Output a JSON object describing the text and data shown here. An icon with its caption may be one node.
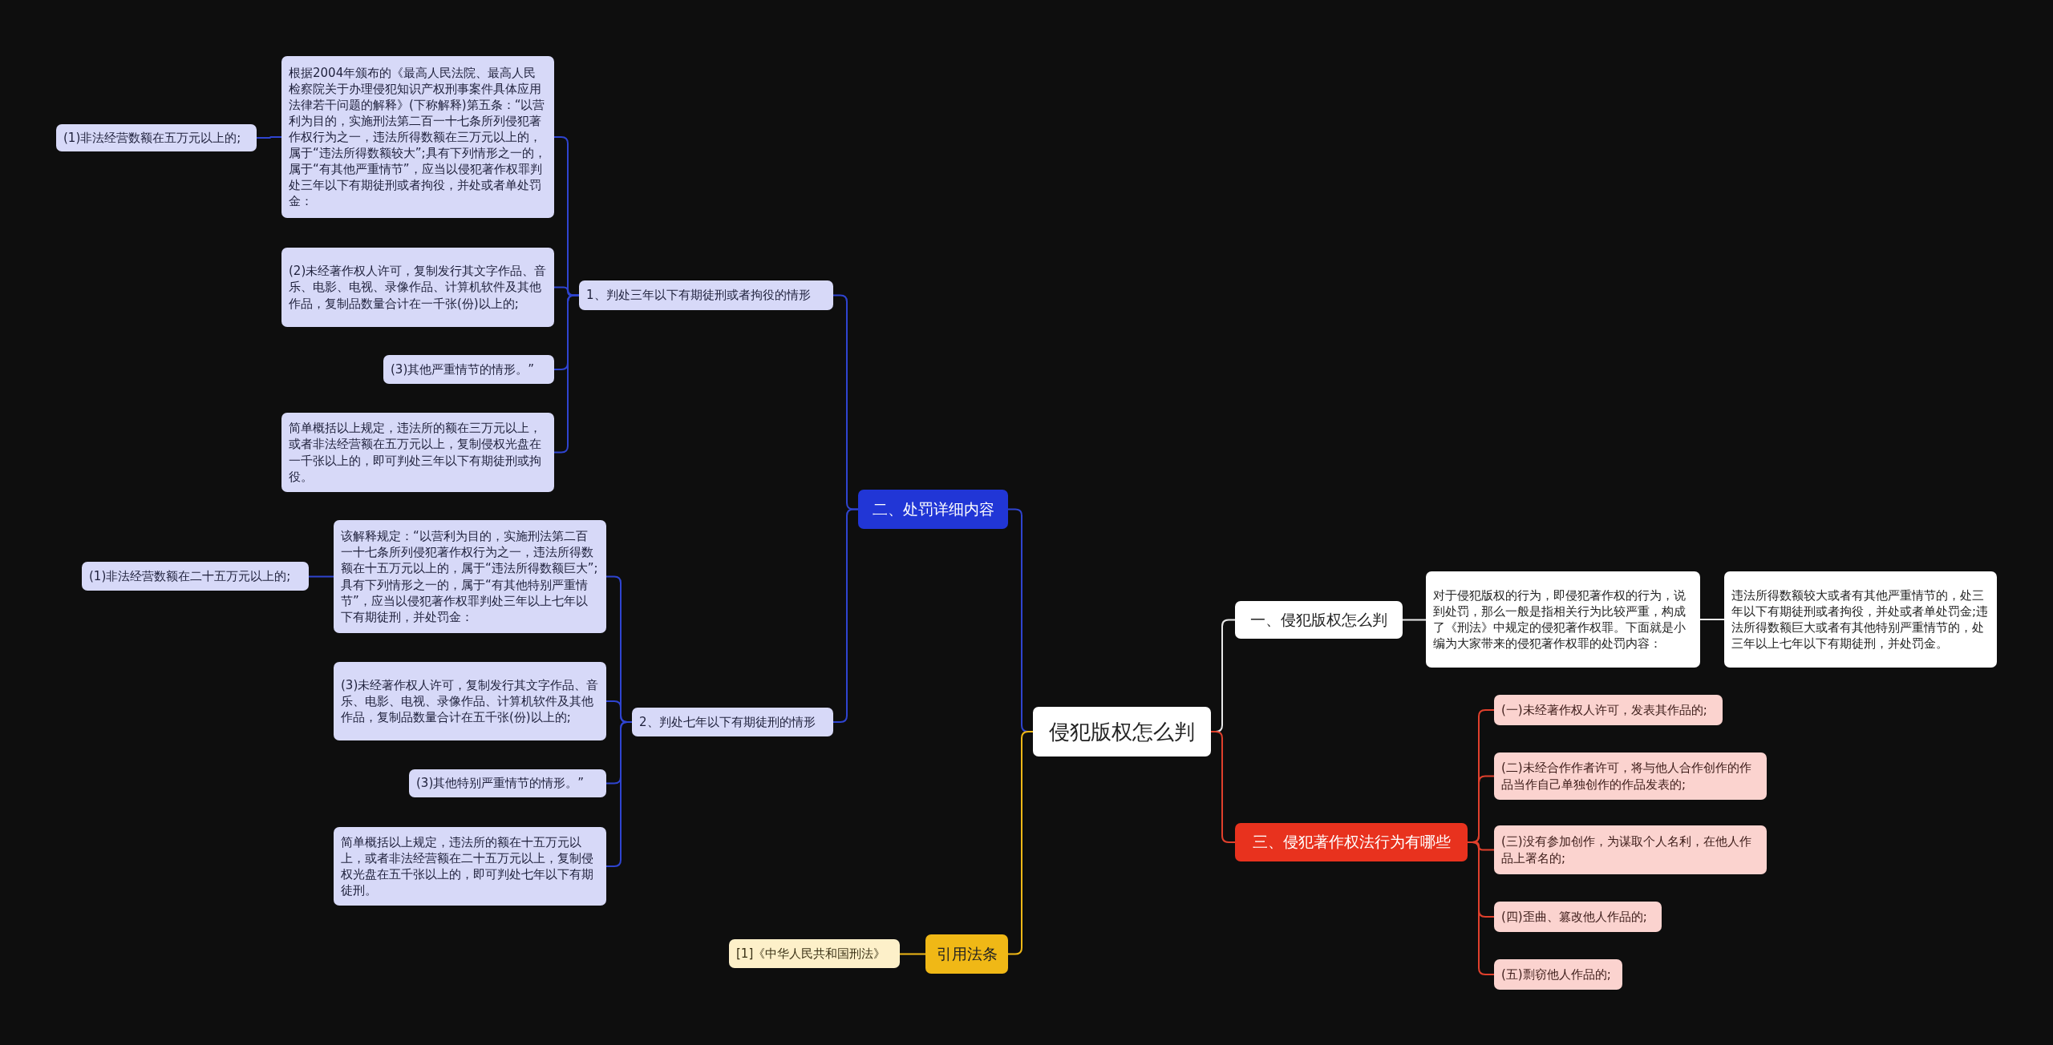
{
  "diagram": {
    "nodes": [
      {
        "text": [
          "侵犯版权怎么判"
        ]
      },
      {
        "text": [
          "一、侵犯版权怎么判"
        ]
      },
      {
        "text": [
          "对于侵犯版权的行为，即侵犯著作权的行为，说到处罚，那么一般是指相关行为比较严重，构成了《刑法》中规定的侵犯著作权罪。下面就是小编为大家带来的侵犯著作权罪的处罚内容："
        ]
      },
      {
        "text": [
          "违法所得数额较大或者有其他严重情节的，处三年以下有期徒刑或者拘役，并处或者单处罚金;违法所得数额巨大或者有其他特别严重情节的，处三年以上七年以下有期徒刑，并处罚金。"
        ]
      },
      {
        "text": [
          "三、侵犯著作权法行为有哪些"
        ]
      },
      {
        "text": [
          "(一)未经著作权人许可，发表其作品的;"
        ]
      },
      {
        "text": [
          "(二)未经合作作者许可，将与他人合作创作的作品当作自己单独创作的作品发表的;"
        ]
      },
      {
        "text": [
          "(三)没有参加创作，为谋取个人名利，在他人作品上署名的;"
        ]
      },
      {
        "text": [
          "(四)歪曲、篡改他人作品的;"
        ]
      },
      {
        "text": [
          "(五)剽窃他人作品的;"
        ]
      },
      {
        "text": [
          "二、处罚详细内容"
        ]
      },
      {
        "text": [
          "1、判处三年以下有期徒刑或者拘役的情形"
        ]
      },
      {
        "text": [
          "根据2004年颁布的《最高人民法院、最高人民检察院关于办理侵犯知识产权刑事案件具体应用法律若干问题的解释》(下称解释)第五条：“以营利为目的，实施刑法第二百一十七条所列侵犯著作权行为之一，违法所得数额在三万元以上的，属于“违法所得数额较大”;具有下列情形之一的，属于“有其他严重情节”，应当以侵犯著作权罪判处三年以下有期徒刑或者拘役，并处或者单处罚金："
        ]
      },
      {
        "text": [
          "(1)非法经营数额在五万元以上的;"
        ]
      },
      {
        "text": [
          "(2)未经著作权人许可，复制发行其文字作品、音乐、电影、电视、录像作品、计算机软件及其他作品，复制品数量合计在一千张(份)以上的;"
        ]
      },
      {
        "text": [
          "(3)其他严重情节的情形。”"
        ]
      },
      {
        "text": [
          "简单概括以上规定，违法所的额在三万元以上，或者非法经营额在五万元以上，复制侵权光盘在一千张以上的，即可判处三年以下有期徒刑或拘役。"
        ]
      },
      {
        "text": [
          "2、判处七年以下有期徒刑的情形"
        ]
      },
      {
        "text": [
          "该解释规定：“以营利为目的，实施刑法第二百一十七条所列侵犯著作权行为之一，违法所得数额在十五万元以上的，属于“违法所得数额巨大”;具有下列情形之一的，属于“有其他特别严重情节”，应当以侵犯著作权罪判处三年以上七年以下有期徒刑，并处罚金："
        ]
      },
      {
        "text": [
          "(1)非法经营数额在二十五万元以上的;"
        ]
      },
      {
        "text": [
          "(3)未经著作权人许可，复制发行其文字作品、音乐、电影、电视、录像作品、计算机软件及其他作品，复制品数量合计在五千张(份)以上的;"
        ]
      },
      {
        "text": [
          "(3)其他特别严重情节的情形。”"
        ]
      },
      {
        "text": [
          "简单概括以上规定，违法所的额在十五万元以上，或者非法经营额在二十五万元以上，复制侵权光盘在五千张以上的，即可判处七年以下有期徒刑。"
        ]
      },
      {
        "text": [
          "引用法条"
        ]
      },
      {
        "text": [
          "[1]《中华人民共和国刑法》"
        ]
      }
    ],
    "edges": [
      {
        "from": 0,
        "to": 1,
        "arrow": "none",
        "color": "#e8e8e8"
      },
      {
        "from": 1,
        "to": 2,
        "arrow": "none",
        "color": "#e8e8e8"
      },
      {
        "from": 2,
        "to": 3,
        "arrow": "none",
        "color": "#e8e8e8"
      },
      {
        "from": 0,
        "to": 4,
        "arrow": "none",
        "color": "#e0402c"
      },
      {
        "from": 4,
        "to": 5,
        "arrow": "none",
        "color": "#e0402c"
      },
      {
        "from": 4,
        "to": 6,
        "arrow": "none",
        "color": "#e0402c"
      },
      {
        "from": 4,
        "to": 7,
        "arrow": "none",
        "color": "#e0402c"
      },
      {
        "from": 4,
        "to": 8,
        "arrow": "none",
        "color": "#e0402c"
      },
      {
        "from": 4,
        "to": 9,
        "arrow": "none",
        "color": "#e0402c"
      },
      {
        "from": 0,
        "to": 10,
        "arrow": "none"
      },
      {
        "from": 10,
        "to": 11,
        "arrow": "none"
      },
      {
        "from": 11,
        "to": 12,
        "arrow": "none"
      },
      {
        "from": 12,
        "to": 13,
        "arrow": "none"
      },
      {
        "from": 11,
        "to": 14,
        "arrow": "none"
      },
      {
        "from": 11,
        "to": 15,
        "arrow": "none"
      },
      {
        "from": 11,
        "to": 16,
        "arrow": "none"
      },
      {
        "from": 10,
        "to": 17,
        "arrow": "none"
      },
      {
        "from": 17,
        "to": 18,
        "arrow": "none"
      },
      {
        "from": 18,
        "to": 19,
        "arrow": "none"
      },
      {
        "from": 17,
        "to": 20,
        "arrow": "none"
      },
      {
        "from": 17,
        "to": 21,
        "arrow": "none"
      },
      {
        "from": 17,
        "to": 22,
        "arrow": "none"
      },
      {
        "from": 0,
        "to": 23,
        "arrow": "none",
        "color": "#f0b816"
      },
      {
        "from": 23,
        "to": 24,
        "arrow": "none",
        "color": "#f0b816"
      }
    ]
  }
}
